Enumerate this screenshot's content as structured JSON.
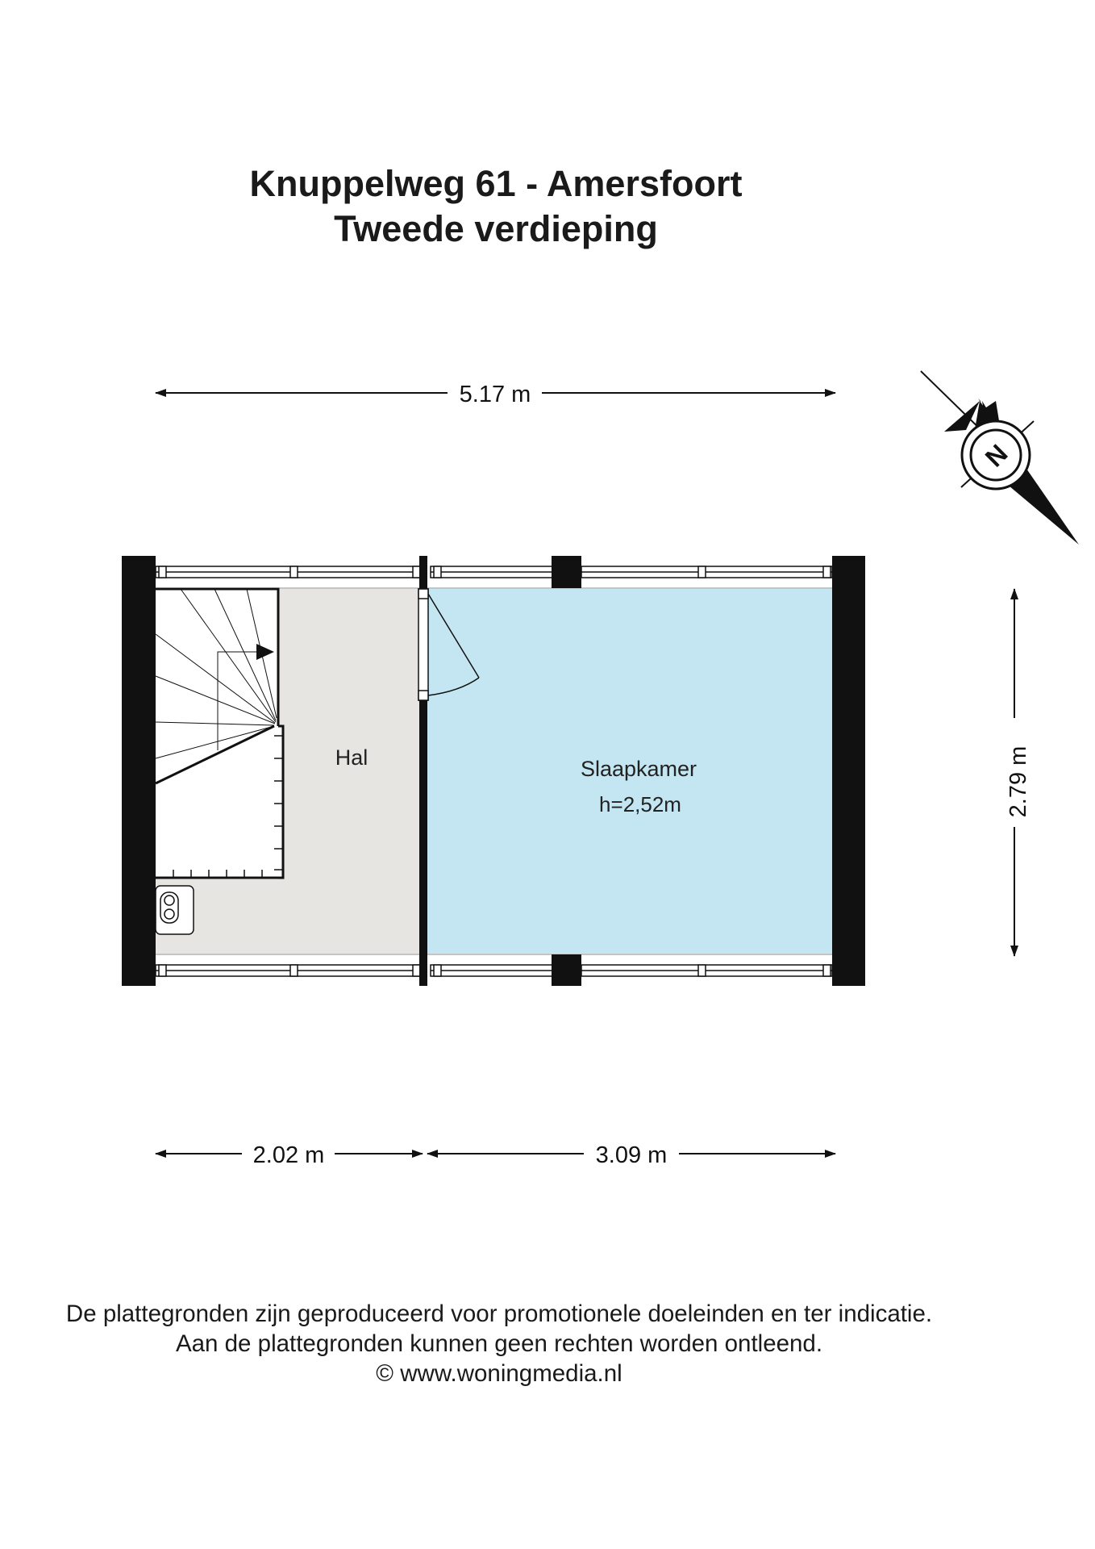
{
  "header": {
    "title_line1": "Knuppelweg 61 - Amersfoort",
    "title_line2": "Tweede verdieping"
  },
  "dimensions": {
    "total_width": "5.17 m",
    "depth": "2.79 m",
    "hal_width": "2.02 m",
    "slaapkamer_width": "3.09 m"
  },
  "rooms": {
    "hal": {
      "label": "Hal",
      "color": "#e6e5e2"
    },
    "slaapkamer": {
      "label": "Slaapkamer",
      "height": "h=2,52m",
      "color": "#c3e6f2"
    }
  },
  "compass": {
    "letter": "N",
    "icon": "compass-icon"
  },
  "footer": {
    "line1": "De plattegronden zijn geproduceerd voor promotionele doeleinden en ter indicatie.",
    "line2": "Aan de plattegronden kunnen geen rechten worden ontleend.",
    "line3": "© www.woningmedia.nl"
  }
}
